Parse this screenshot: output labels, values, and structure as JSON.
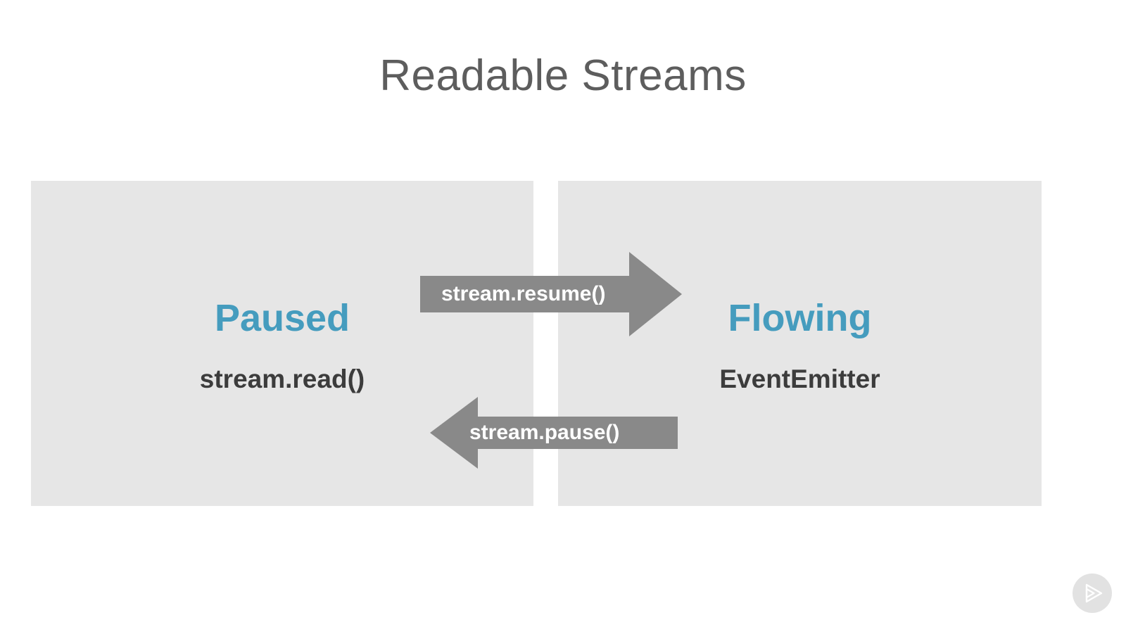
{
  "slide": {
    "title": "Readable Streams",
    "background_color": "#ffffff"
  },
  "theme": {
    "accent_blue": "#459cbe",
    "text_dark": "#3c3c3c",
    "title_gray": "#5d5d5d",
    "panel_bg": "#e6e6e6",
    "arrow_gray": "#898989",
    "arrow_label_color": "#ffffff"
  },
  "diagram": {
    "type": "state-transition",
    "panels": [
      {
        "id": "paused",
        "state": "Paused",
        "api": "stream.read()",
        "side": "left"
      },
      {
        "id": "flowing",
        "state": "Flowing",
        "api": "EventEmitter",
        "side": "right"
      }
    ],
    "transitions": [
      {
        "id": "resume",
        "label": "stream.resume()",
        "from": "paused",
        "to": "flowing",
        "direction": "right"
      },
      {
        "id": "pause",
        "label": "stream.pause()",
        "from": "flowing",
        "to": "paused",
        "direction": "left"
      }
    ]
  },
  "watermark": {
    "icon": "slidev-play-logo-icon",
    "color": "#e2e2e2"
  }
}
